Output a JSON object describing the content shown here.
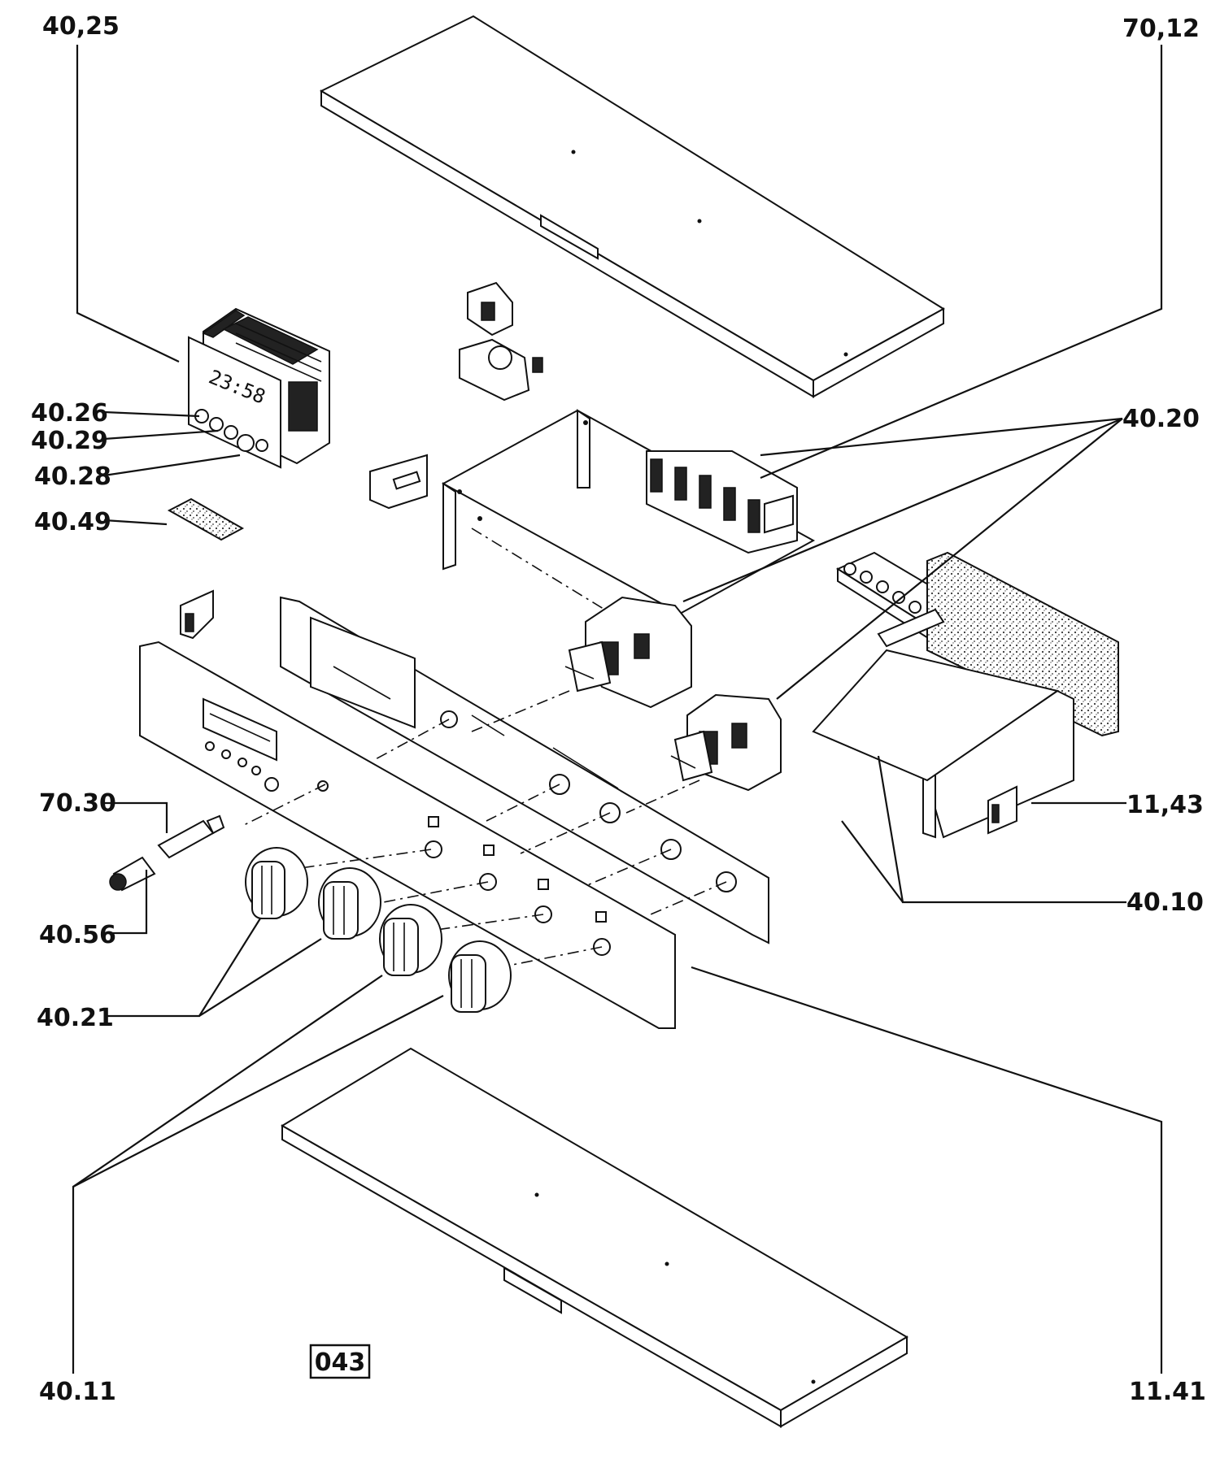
{
  "diagram": {
    "code": "043",
    "clock_display": "23:58",
    "labels": {
      "l4025": "40,25",
      "l7012": "70,12",
      "l4026": "40.26",
      "l4029": "40.29",
      "l4028": "40.28",
      "l4049": "40.49",
      "l4020": "40.20",
      "l7030": "70.30",
      "l1143": "11,43",
      "l4010": "40.10",
      "l4056": "40.56",
      "l4021": "40.21",
      "l4011": "40.11",
      "l1141": "11.41"
    }
  }
}
